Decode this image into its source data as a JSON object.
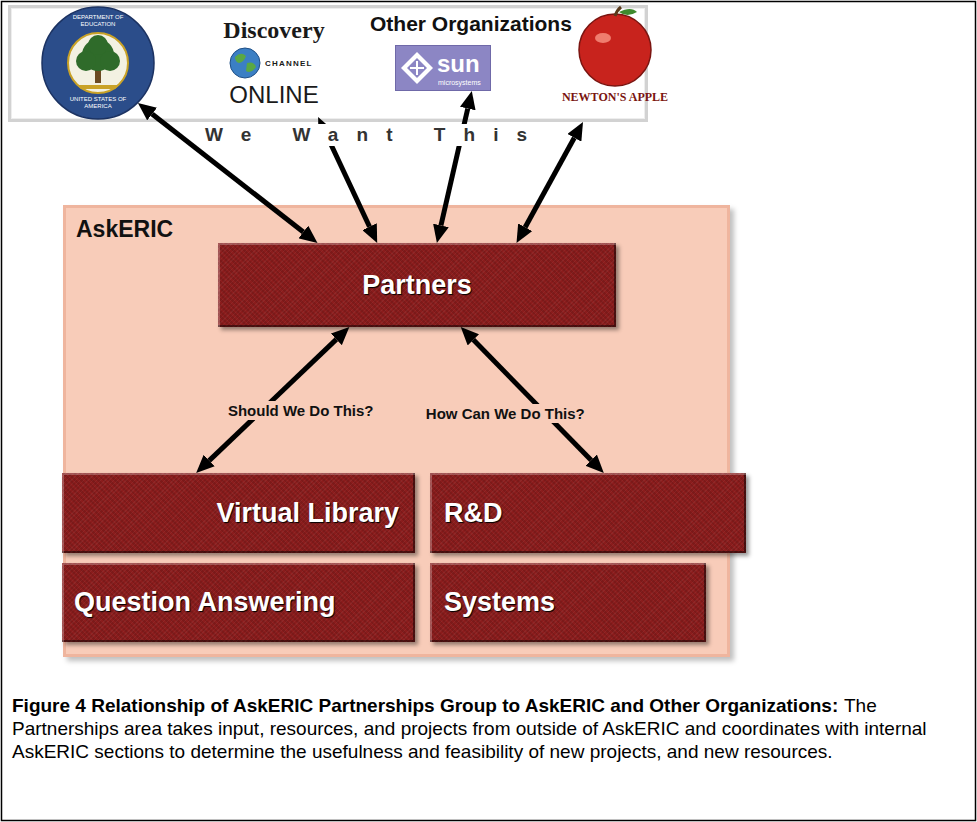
{
  "diagram": {
    "title": "Figure 4 Relationship of AskERIC Partnerships Group to AskERIC and Other Organizations:",
    "caption": "The Partnerships area takes input, resources, and projects from outside of AskERIC and coordinates with internal AskERIC sections to determine the usefulness and feasibility of new projects, and new resources.",
    "nodes": [
      {
        "text": [
          "Other Organizations"
        ]
      },
      {
        "text": [
          "DEPARTMENT OF EDUCATION",
          "UNITED STATES OF AMERICA"
        ],
        "in": 0
      },
      {
        "text": [
          "Discovery",
          "CHANNEL",
          "ONLINE"
        ],
        "in": 0
      },
      {
        "text": [
          "sun",
          "microsystems"
        ],
        "in": 0
      },
      {
        "text": [
          "NEWTON'S APPLE"
        ],
        "in": 0
      },
      {
        "text": [
          "AskERIC"
        ]
      },
      {
        "text": [
          "Partners"
        ],
        "in": 5
      },
      {
        "text": [
          "Virtual Library"
        ],
        "in": 5
      },
      {
        "text": [
          "R&D"
        ],
        "in": 5
      },
      {
        "text": [
          "Question Answering"
        ],
        "in": 5
      },
      {
        "text": [
          "Systems"
        ],
        "in": 5
      }
    ],
    "edges": [
      {
        "from": 1,
        "to": 6,
        "arrow": "both"
      },
      {
        "from": 2,
        "to": 6,
        "arrow": "both"
      },
      {
        "from": 3,
        "to": 6,
        "arrow": "both"
      },
      {
        "from": 4,
        "to": 6,
        "arrow": "both"
      },
      {
        "from": 6,
        "to": 7,
        "label": "Should We Do This?",
        "arrow": "both"
      },
      {
        "from": 6,
        "to": 8,
        "label": "How Can We Do This?",
        "arrow": "both"
      }
    ],
    "labels": [
      "We Want This"
    ]
  }
}
